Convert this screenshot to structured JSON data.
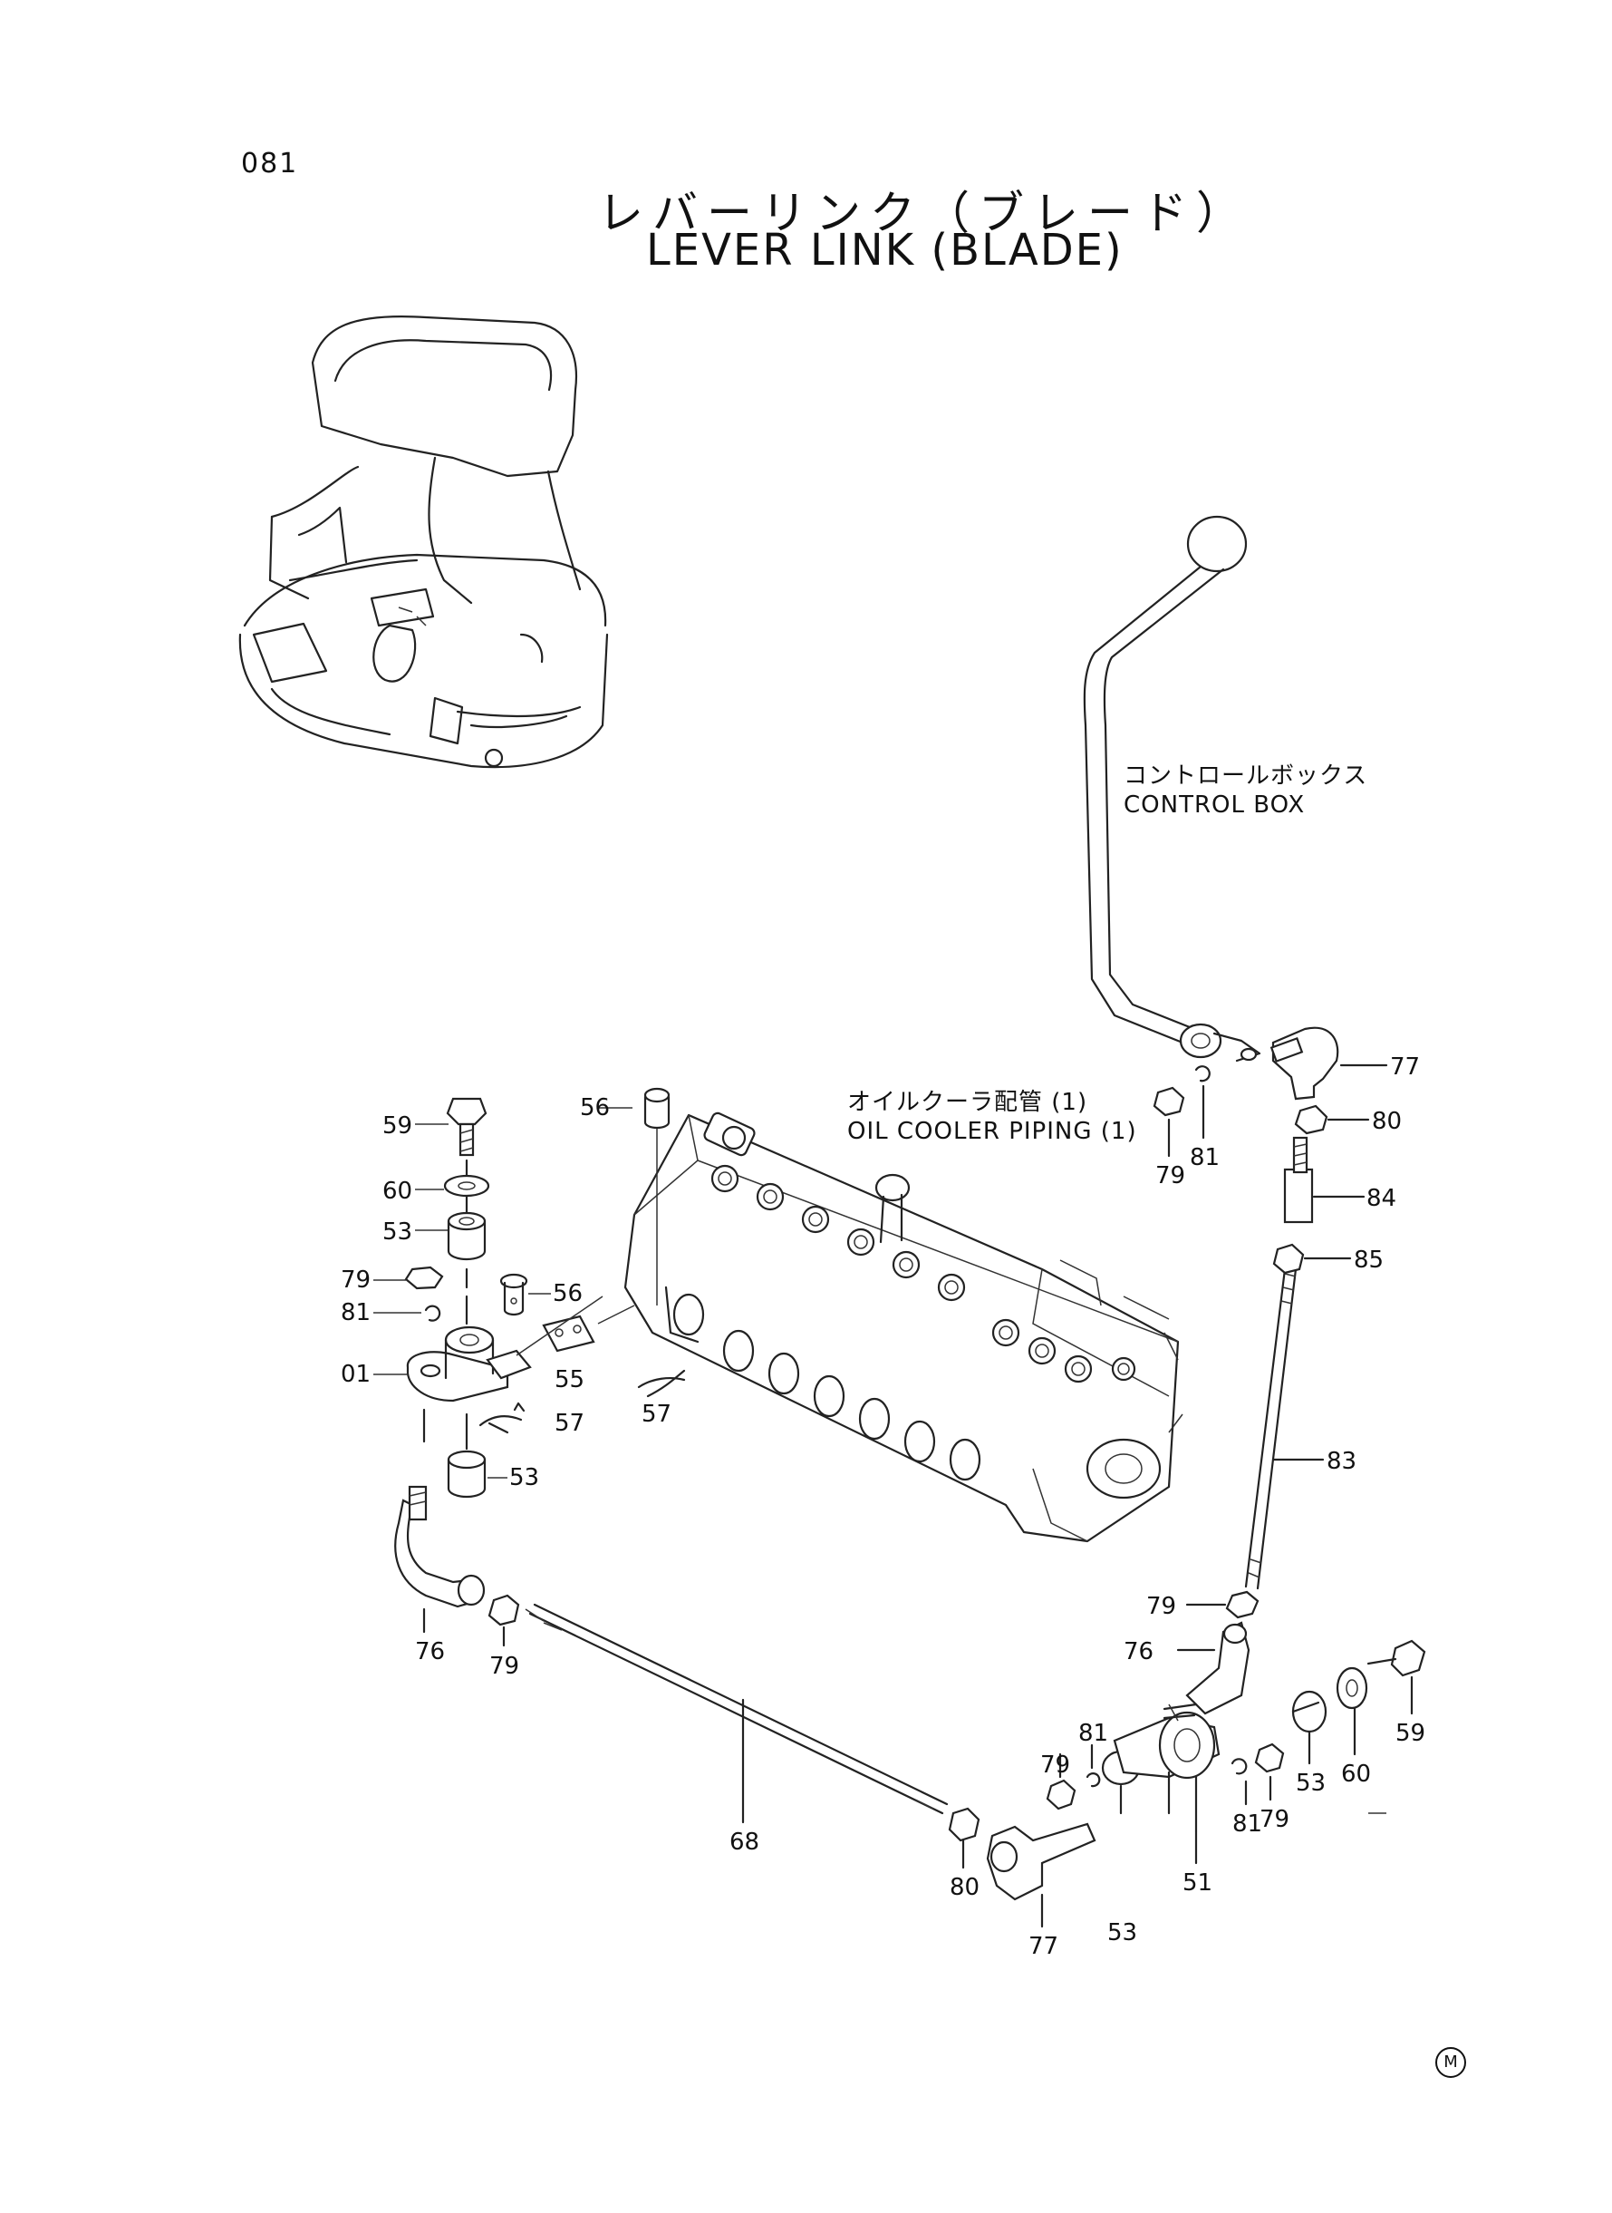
{
  "page_number": "081",
  "title": {
    "jp": "レバーリンク（ブレード）",
    "en": "LEVER LINK (BLADE)"
  },
  "notes": {
    "control_box_jp": "コントロールボックス",
    "control_box_en": "CONTROL BOX",
    "oil_cooler_jp": "オイルクーラ配管 (1)",
    "oil_cooler_en": "OIL COOLER PIPING (1)"
  },
  "mark": "M",
  "callouts": [
    "59",
    "60",
    "53",
    "79",
    "81",
    "01",
    "56",
    "55",
    "57",
    "53",
    "56",
    "57",
    "76",
    "79",
    "68",
    "77",
    "80",
    "84",
    "85",
    "83",
    "79",
    "81",
    "79",
    "76",
    "79",
    "81",
    "53",
    "60",
    "59",
    "53",
    "51",
    "81",
    "79",
    "80",
    "77"
  ]
}
